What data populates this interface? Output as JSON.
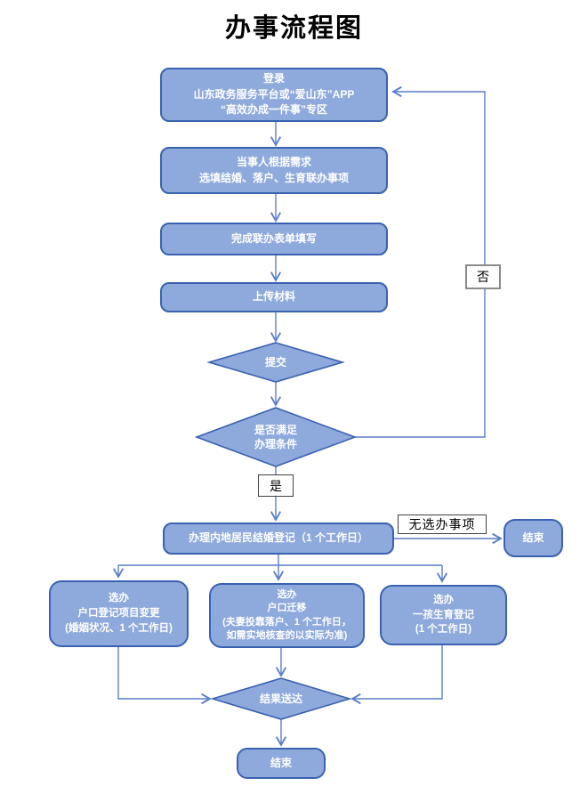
{
  "title": "办事流程图",
  "colors": {
    "node_fill": "#8EA9DB",
    "node_border": "#3A62B0",
    "connector": "#5B7FC7",
    "node_text": "#FFFFFF",
    "label_text": "#000000",
    "background": "#FFFFFF"
  },
  "nodes": {
    "login": {
      "lines": [
        "登录",
        "山东政务服务平台或“爱山东”APP",
        "“高效办成一件事”专区"
      ]
    },
    "demand": {
      "lines": [
        "当事人根据需求",
        "选填结婚、落户、生育联办事项"
      ]
    },
    "form": {
      "label": "完成联办表单填写"
    },
    "upload": {
      "label": "上传材料"
    },
    "submit": {
      "label": "提交"
    },
    "condition": {
      "lines": [
        "是否满足",
        "办理条件"
      ]
    },
    "marriage": {
      "label": "办理内地居民结婚登记（1 个工作日）"
    },
    "option_change": {
      "lines": [
        "选办",
        "户口登记项目变更",
        "(婚姻状况、1 个工作日)"
      ]
    },
    "option_move": {
      "lines": [
        "选办",
        "户口迁移",
        "(夫妻投靠落户、1 个工作日，",
        "如需实地核查的以实际为准)"
      ]
    },
    "option_birth": {
      "lines": [
        "选办",
        "一孩生育登记",
        "(1 个工作日)"
      ]
    },
    "result": {
      "label": "结果送达"
    },
    "end_right": {
      "label": "结束"
    },
    "end_bottom": {
      "label": "结束"
    }
  },
  "labels": {
    "yes": "是",
    "no": "否",
    "no_selection": "无选办事项"
  }
}
